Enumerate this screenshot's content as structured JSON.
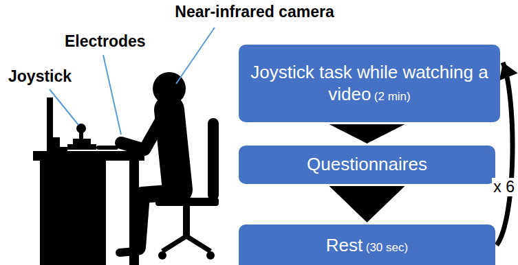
{
  "diagram": {
    "nodes": [
      {
        "text": [
          "Joystick task while watching a video",
          "(2 min)"
        ]
      },
      {
        "text": [
          "Questionnaires"
        ]
      },
      {
        "text": [
          "Rest",
          "(30 sec)"
        ]
      }
    ],
    "edges": [
      {
        "from": 0,
        "to": 1,
        "arrow": "to"
      },
      {
        "from": 1,
        "to": 2,
        "arrow": "to"
      },
      {
        "from": 2,
        "to": 0,
        "label": "x 6",
        "arrow": "to"
      }
    ],
    "labels": [
      "Near-infrared camera",
      "Electrodes",
      "Joystick"
    ]
  }
}
